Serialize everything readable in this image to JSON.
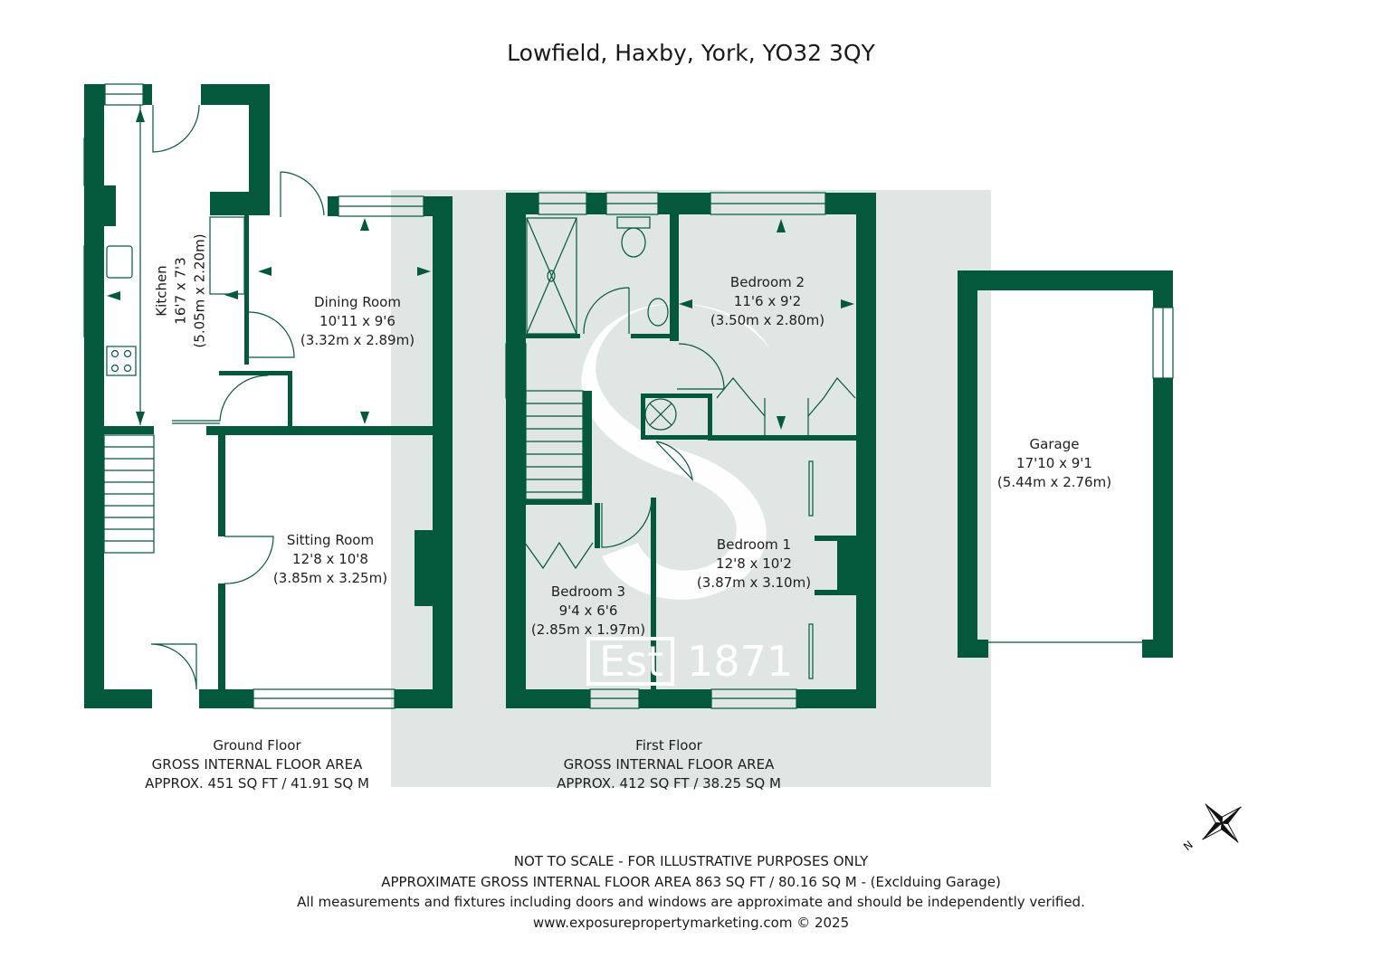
{
  "title": "Lowfield, Haxby, York, YO32 3QY",
  "colors": {
    "wall": "#04583c",
    "watermark_bg": "#dfe6e3",
    "text": "#1a1a1a",
    "background": "#ffffff"
  },
  "rooms": {
    "kitchen": {
      "name": "Kitchen",
      "imperial": "16'7 x 7'3",
      "metric": "(5.05m x 2.20m)"
    },
    "dining": {
      "name": "Dining Room",
      "imperial": "10'11 x 9'6",
      "metric": "(3.32m x 2.89m)"
    },
    "sitting": {
      "name": "Sitting Room",
      "imperial": "12'8 x 10'8",
      "metric": "(3.85m x 3.25m)"
    },
    "bedroom2": {
      "name": "Bedroom 2",
      "imperial": "11'6 x 9'2",
      "metric": "(3.50m x 2.80m)"
    },
    "bedroom1": {
      "name": "Bedroom 1",
      "imperial": "12'8 x 10'2",
      "metric": "(3.87m x 3.10m)"
    },
    "bedroom3": {
      "name": "Bedroom 3",
      "imperial": "9'4 x 6'6",
      "metric": "(2.85m x 1.97m)"
    },
    "garage": {
      "name": "Garage",
      "imperial": "17'10 x 9'1",
      "metric": "(5.44m x 2.76m)"
    }
  },
  "floors": {
    "ground": {
      "name": "Ground Floor",
      "area_label": "GROSS INTERNAL FLOOR AREA",
      "area": "APPROX. 451 SQ FT / 41.91 SQ M"
    },
    "first": {
      "name": "First Floor",
      "area_label": "GROSS INTERNAL FLOOR AREA",
      "area": "APPROX. 412 SQ FT / 38.25 SQ M"
    }
  },
  "watermark": {
    "est": "Est",
    "year": "1871",
    "letter": "S"
  },
  "compass": {
    "icon": "compass-rose-icon",
    "north_label": "N"
  },
  "footer": {
    "line1": "NOT TO SCALE - FOR ILLUSTRATIVE PURPOSES ONLY",
    "line2": "APPROXIMATE GROSS INTERNAL FLOOR AREA 863 SQ FT / 80.16 SQ M - (Exclduing Garage)",
    "line3": "All measurements and fixtures including doors and windows are approximate and should be independently verified.",
    "line4": "www.exposurepropertymarketing.com © 2025"
  }
}
